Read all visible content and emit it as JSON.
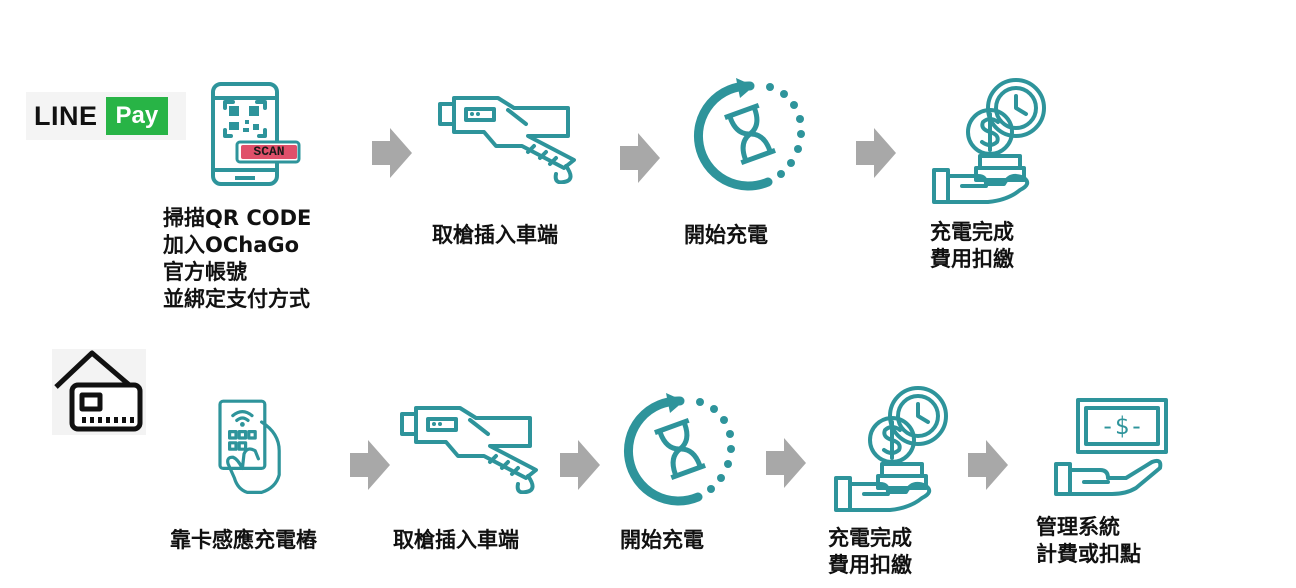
{
  "colors": {
    "teal": "#2e949b",
    "arrow": "#a8a8a8",
    "scan_red": "#e0506a",
    "linepay_green": "#28b446"
  },
  "linepay_logo": {
    "line_text": "LINE",
    "pay_text": "Pay"
  },
  "card_logo": {
    "icon": "cards-icon"
  },
  "linepay_flow": {
    "steps": [
      {
        "icon": "phone-qr-scan-icon",
        "scan_text": "SCAN",
        "label": [
          "掃描QR CODE",
          "加入OChaGo",
          "官方帳號",
          "並綁定支付方式"
        ]
      },
      {
        "icon": "charging-plug-icon",
        "label": [
          "取槍插入車端"
        ]
      },
      {
        "icon": "hourglass-cycle-icon",
        "label": [
          "開始充電"
        ]
      },
      {
        "icon": "coins-clock-hand-icon",
        "label": [
          "充電完成",
          "費用扣繳"
        ]
      }
    ]
  },
  "card_flow": {
    "steps": [
      {
        "icon": "card-tap-icon",
        "label": [
          "靠卡感應充電樁"
        ]
      },
      {
        "icon": "charging-plug-icon",
        "label": [
          "取槍插入車端"
        ]
      },
      {
        "icon": "hourglass-cycle-icon",
        "label": [
          "開始充電"
        ]
      },
      {
        "icon": "coins-clock-hand-icon",
        "label": [
          "充電完成",
          "費用扣繳"
        ]
      },
      {
        "icon": "banknote-hand-icon",
        "banknote_text": "-$-",
        "label": [
          "管理系統",
          "計費或扣點"
        ]
      }
    ]
  }
}
